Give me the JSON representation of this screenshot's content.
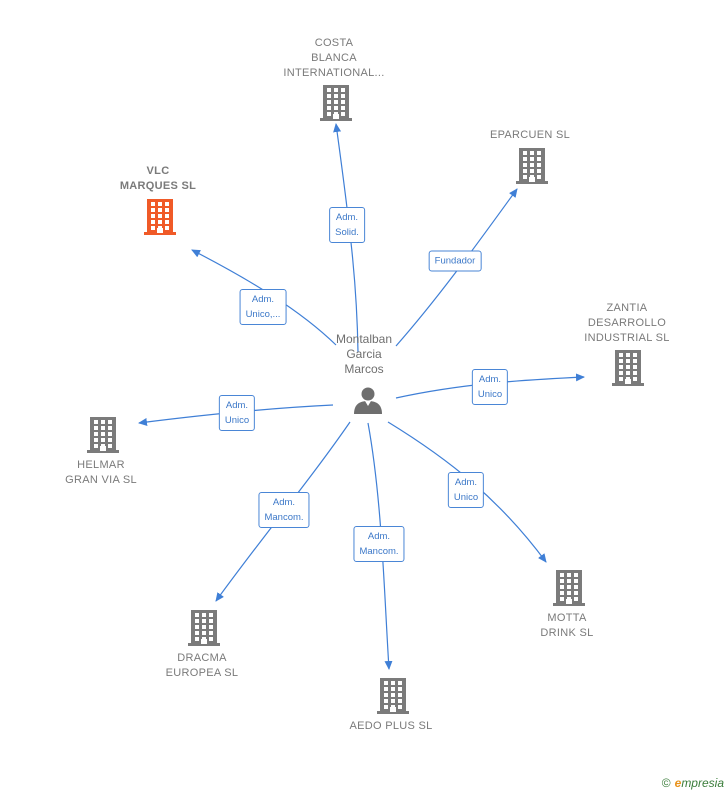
{
  "colors": {
    "edge": "#3f7fd6",
    "building_gray": "#7b7b7b",
    "building_highlight": "#f05a28",
    "person": "#6e6e6e"
  },
  "center": {
    "name": "Montalban\nGarcia\nMarcos",
    "icon": "person-icon"
  },
  "companies": [
    {
      "id": "costa",
      "name": "COSTA\nBLANCA\nINTERNATIONAL...",
      "highlight": false,
      "icon": "building-icon"
    },
    {
      "id": "eparcuen",
      "name": "EPARCUEN  SL",
      "highlight": false,
      "icon": "building-icon"
    },
    {
      "id": "vlc",
      "name": "VLC\nMARQUES  SL",
      "highlight": true,
      "icon": "building-icon"
    },
    {
      "id": "zantia",
      "name": "ZANTIA\nDESARROLLO\nINDUSTRIAL SL",
      "highlight": false,
      "icon": "building-icon"
    },
    {
      "id": "helmar",
      "name": "HELMAR\nGRAN VIA  SL",
      "highlight": false,
      "icon": "building-icon"
    },
    {
      "id": "motta",
      "name": "MOTTA\nDRINK  SL",
      "highlight": false,
      "icon": "building-icon"
    },
    {
      "id": "dracma",
      "name": "DRACMA\nEUROPEA SL",
      "highlight": false,
      "icon": "building-icon"
    },
    {
      "id": "aedo",
      "name": "AEDO PLUS  SL",
      "highlight": false,
      "icon": "building-icon"
    }
  ],
  "relations": [
    {
      "to": "costa",
      "label": "Adm.\nSolid."
    },
    {
      "to": "eparcuen",
      "label": "Fundador"
    },
    {
      "to": "vlc",
      "label": "Adm.\nUnico,..."
    },
    {
      "to": "zantia",
      "label": "Adm.\nUnico"
    },
    {
      "to": "helmar",
      "label": "Adm.\nUnico"
    },
    {
      "to": "motta",
      "label": "Adm.\nUnico"
    },
    {
      "to": "dracma",
      "label": "Adm.\nMancom."
    },
    {
      "to": "aedo",
      "label": "Adm.\nMancom."
    }
  ],
  "brand": {
    "copyright": "©",
    "initial": "e",
    "name": "mpresia"
  }
}
